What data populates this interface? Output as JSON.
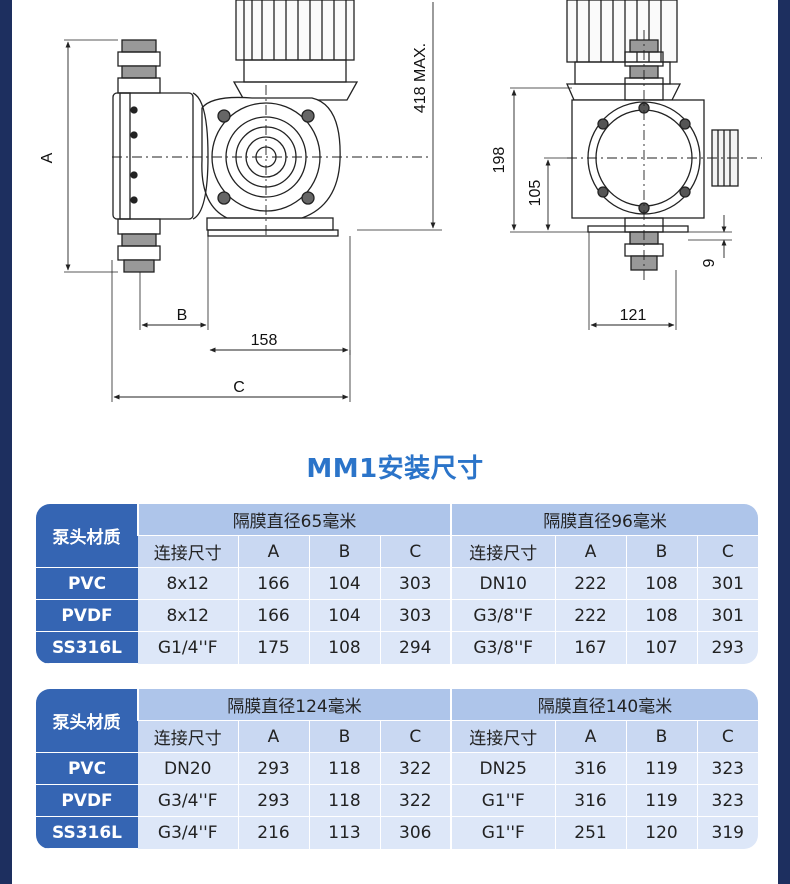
{
  "drawing": {
    "dim_A": "A",
    "dim_B": "B",
    "dim_C": "C",
    "dim_158": "158",
    "dim_418": "418 MAX.",
    "dim_198": "198",
    "dim_105": "105",
    "dim_121": "121",
    "dim_9": "9"
  },
  "title": "MM1安装尺寸",
  "tables": [
    {
      "material_header": "泵头材质",
      "groups": [
        {
          "title": "隔膜直径65毫米",
          "cols": [
            "连接尺寸",
            "A",
            "B",
            "C"
          ]
        },
        {
          "title": "隔膜直径96毫米",
          "cols": [
            "连接尺寸",
            "A",
            "B",
            "C"
          ]
        }
      ],
      "rows": [
        {
          "material": "PVC",
          "g1": [
            "8x12",
            "166",
            "104",
            "303"
          ],
          "g2": [
            "DN10",
            "222",
            "108",
            "301"
          ]
        },
        {
          "material": "PVDF",
          "g1": [
            "8x12",
            "166",
            "104",
            "303"
          ],
          "g2": [
            "G3/8''F",
            "222",
            "108",
            "301"
          ]
        },
        {
          "material": "SS316L",
          "g1": [
            "G1/4''F",
            "175",
            "108",
            "294"
          ],
          "g2": [
            "G3/8''F",
            "167",
            "107",
            "293"
          ]
        }
      ]
    },
    {
      "material_header": "泵头材质",
      "groups": [
        {
          "title": "隔膜直径124毫米",
          "cols": [
            "连接尺寸",
            "A",
            "B",
            "C"
          ]
        },
        {
          "title": "隔膜直径140毫米",
          "cols": [
            "连接尺寸",
            "A",
            "B",
            "C"
          ]
        }
      ],
      "rows": [
        {
          "material": "PVC",
          "g1": [
            "DN20",
            "293",
            "118",
            "322"
          ],
          "g2": [
            "DN25",
            "316",
            "119",
            "323"
          ]
        },
        {
          "material": "PVDF",
          "g1": [
            "G3/4''F",
            "293",
            "118",
            "322"
          ],
          "g2": [
            "G1''F",
            "316",
            "119",
            "323"
          ]
        },
        {
          "material": "SS316L",
          "g1": [
            "G3/4''F",
            "216",
            "113",
            "306"
          ],
          "g2": [
            "G1''F",
            "251",
            "120",
            "319"
          ]
        }
      ]
    }
  ]
}
